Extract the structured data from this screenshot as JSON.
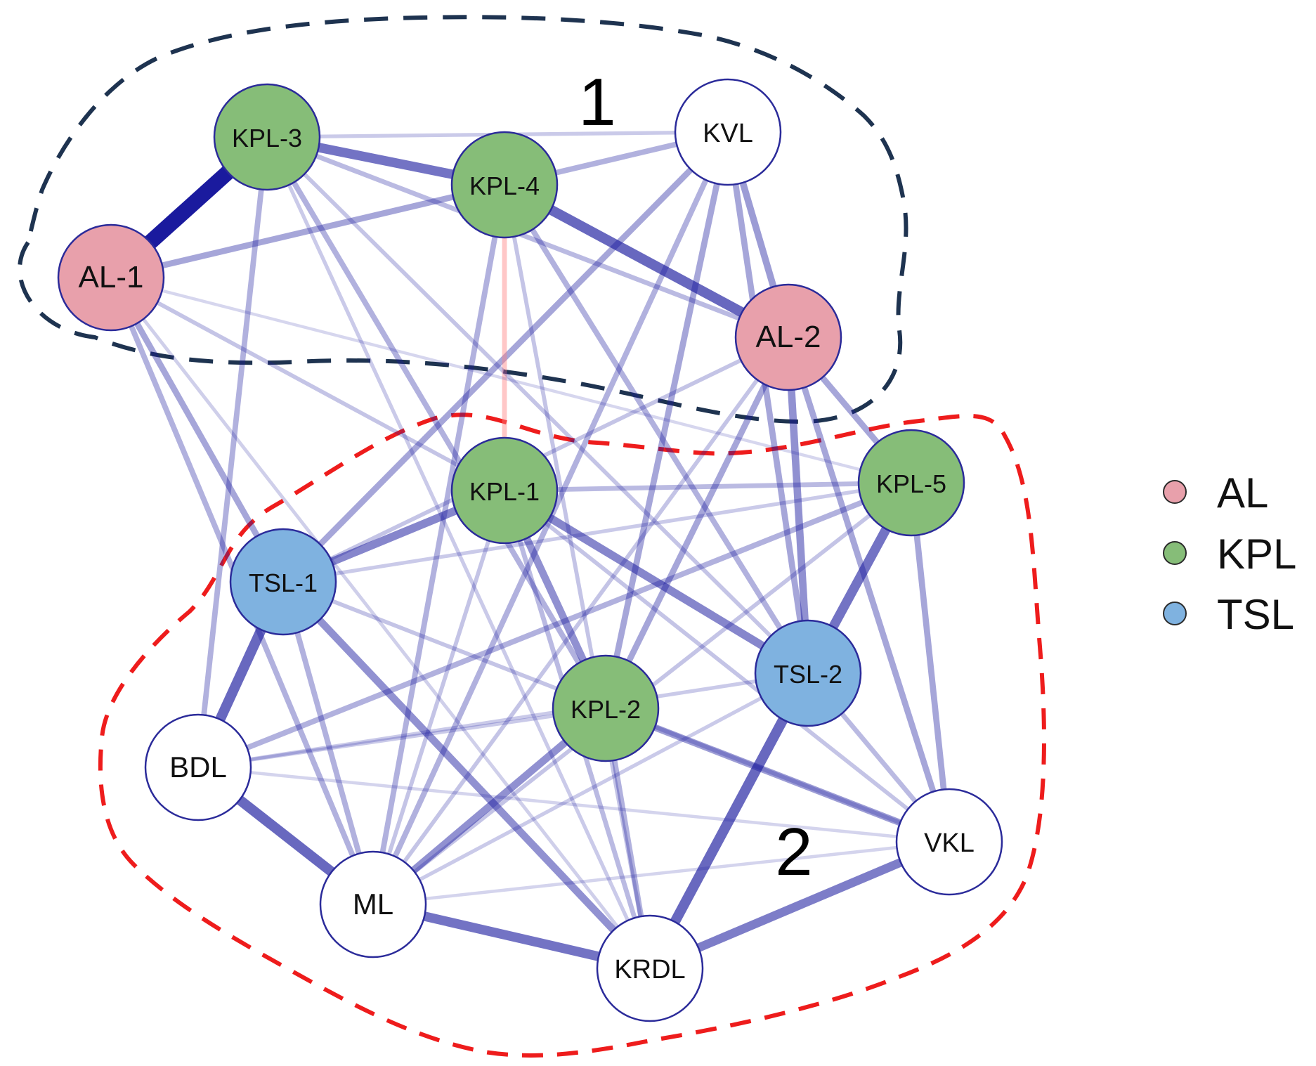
{
  "groups": [
    {
      "id": "g1",
      "label": "1",
      "outline_color": "#1e3350"
    },
    {
      "id": "g2",
      "label": "2",
      "outline_color": "#ee1c1c"
    }
  ],
  "legend": [
    {
      "type": "AL",
      "label": "AL",
      "color": "#e8a0ab"
    },
    {
      "type": "KPL",
      "label": "KPL",
      "color": "#86bd78"
    },
    {
      "type": "TSL",
      "label": "TSL",
      "color": "#7fb2e0"
    }
  ],
  "node_colors": {
    "AL": "#e8a0ab",
    "KPL": "#86bd78",
    "TSL": "#7fb2e0",
    "other": "#ffffff",
    "outline": "#2b2b9a"
  },
  "edge_colors": {
    "positive": "#1a1a9e",
    "negative": "#ff8080"
  },
  "nodes": [
    {
      "id": "KPL-3",
      "label": "KPL-3",
      "type": "KPL"
    },
    {
      "id": "KPL-4",
      "label": "KPL-4",
      "type": "KPL"
    },
    {
      "id": "KVL",
      "label": "KVL",
      "type": "other"
    },
    {
      "id": "AL-1",
      "label": "AL-1",
      "type": "AL"
    },
    {
      "id": "AL-2",
      "label": "AL-2",
      "type": "AL"
    },
    {
      "id": "KPL-1",
      "label": "KPL-1",
      "type": "KPL"
    },
    {
      "id": "KPL-5",
      "label": "KPL-5",
      "type": "KPL"
    },
    {
      "id": "TSL-1",
      "label": "TSL-1",
      "type": "TSL"
    },
    {
      "id": "TSL-2",
      "label": "TSL-2",
      "type": "TSL"
    },
    {
      "id": "KPL-2",
      "label": "KPL-2",
      "type": "KPL"
    },
    {
      "id": "BDL",
      "label": "BDL",
      "type": "other"
    },
    {
      "id": "VKL",
      "label": "VKL",
      "type": "other"
    },
    {
      "id": "ML",
      "label": "ML",
      "type": "other"
    },
    {
      "id": "KRDL",
      "label": "KRDL",
      "type": "other"
    }
  ],
  "edges": [
    {
      "source": "AL-1",
      "target": "KPL-3",
      "weight": 1.0,
      "sign": "positive"
    },
    {
      "source": "KPL-3",
      "target": "KPL-4",
      "weight": 0.55,
      "sign": "positive"
    },
    {
      "source": "KPL-4",
      "target": "AL-2",
      "weight": 0.6,
      "sign": "positive"
    },
    {
      "source": "TSL-1",
      "target": "BDL",
      "weight": 0.6,
      "sign": "positive"
    },
    {
      "source": "BDL",
      "target": "ML",
      "weight": 0.6,
      "sign": "positive"
    },
    {
      "source": "ML",
      "target": "KRDL",
      "weight": 0.55,
      "sign": "positive"
    },
    {
      "source": "KRDL",
      "target": "TSL-2",
      "weight": 0.6,
      "sign": "positive"
    },
    {
      "source": "KRDL",
      "target": "VKL",
      "weight": 0.5,
      "sign": "positive"
    },
    {
      "source": "TSL-2",
      "target": "KPL-5",
      "weight": 0.55,
      "sign": "positive"
    },
    {
      "source": "KPL-1",
      "target": "TSL-2",
      "weight": 0.45,
      "sign": "positive"
    },
    {
      "source": "KPL-1",
      "target": "TSL-1",
      "weight": 0.45,
      "sign": "positive"
    },
    {
      "source": "KPL-1",
      "target": "KPL-2",
      "weight": 0.4,
      "sign": "positive"
    },
    {
      "source": "KPL-2",
      "target": "ML",
      "weight": 0.4,
      "sign": "positive"
    },
    {
      "source": "KPL-2",
      "target": "VKL",
      "weight": 0.35,
      "sign": "positive"
    },
    {
      "source": "TSL-1",
      "target": "KRDL",
      "weight": 0.4,
      "sign": "positive"
    },
    {
      "source": "AL-2",
      "target": "TSL-2",
      "weight": 0.4,
      "sign": "positive"
    },
    {
      "source": "KVL",
      "target": "AL-2",
      "weight": 0.35,
      "sign": "positive"
    },
    {
      "source": "KVL",
      "target": "TSL-2",
      "weight": 0.3,
      "sign": "positive"
    },
    {
      "source": "KVL",
      "target": "KPL-2",
      "weight": 0.3,
      "sign": "positive"
    },
    {
      "source": "KVL",
      "target": "TSL-1",
      "weight": 0.3,
      "sign": "positive"
    },
    {
      "source": "KVL",
      "target": "KPL-4",
      "weight": 0.25,
      "sign": "positive"
    },
    {
      "source": "KVL",
      "target": "ML",
      "weight": 0.25,
      "sign": "positive"
    },
    {
      "source": "KPL-4",
      "target": "AL-1",
      "weight": 0.3,
      "sign": "positive"
    },
    {
      "source": "KPL-4",
      "target": "ML",
      "weight": 0.25,
      "sign": "positive"
    },
    {
      "source": "KPL-4",
      "target": "TSL-2",
      "weight": 0.25,
      "sign": "positive"
    },
    {
      "source": "KPL-4",
      "target": "KRDL",
      "weight": 0.15,
      "sign": "positive"
    },
    {
      "source": "KPL-4",
      "target": "KPL-1",
      "weight": 0.2,
      "sign": "negative"
    },
    {
      "source": "KPL-3",
      "target": "BDL",
      "weight": 0.25,
      "sign": "positive"
    },
    {
      "source": "KPL-3",
      "target": "KPL-2",
      "weight": 0.25,
      "sign": "positive"
    },
    {
      "source": "KPL-3",
      "target": "AL-2",
      "weight": 0.2,
      "sign": "positive"
    },
    {
      "source": "KPL-3",
      "target": "KVL",
      "weight": 0.12,
      "sign": "positive"
    },
    {
      "source": "KPL-3",
      "target": "TSL-2",
      "weight": 0.15,
      "sign": "positive"
    },
    {
      "source": "AL-1",
      "target": "TSL-1",
      "weight": 0.3,
      "sign": "positive"
    },
    {
      "source": "AL-1",
      "target": "ML",
      "weight": 0.25,
      "sign": "positive"
    },
    {
      "source": "AL-1",
      "target": "KPL-1",
      "weight": 0.15,
      "sign": "positive"
    },
    {
      "source": "AL-1",
      "target": "KRDL",
      "weight": 0.1,
      "sign": "positive"
    },
    {
      "source": "AL-2",
      "target": "KPL-5",
      "weight": 0.3,
      "sign": "positive"
    },
    {
      "source": "AL-2",
      "target": "VKL",
      "weight": 0.3,
      "sign": "positive"
    },
    {
      "source": "AL-2",
      "target": "KPL-2",
      "weight": 0.3,
      "sign": "positive"
    },
    {
      "source": "AL-2",
      "target": "ML",
      "weight": 0.15,
      "sign": "positive"
    },
    {
      "source": "AL-2",
      "target": "TSL-1",
      "weight": 0.15,
      "sign": "positive"
    },
    {
      "source": "KPL-5",
      "target": "VKL",
      "weight": 0.3,
      "sign": "positive"
    },
    {
      "source": "KPL-5",
      "target": "BDL",
      "weight": 0.25,
      "sign": "positive"
    },
    {
      "source": "KPL-5",
      "target": "KPL-1",
      "weight": 0.2,
      "sign": "positive"
    },
    {
      "source": "KPL-5",
      "target": "ML",
      "weight": 0.15,
      "sign": "positive"
    },
    {
      "source": "KPL-5",
      "target": "TSL-1",
      "weight": 0.12,
      "sign": "positive"
    },
    {
      "source": "TSL-2",
      "target": "VKL",
      "weight": 0.2,
      "sign": "positive"
    },
    {
      "source": "TSL-2",
      "target": "BDL",
      "weight": 0.12,
      "sign": "positive"
    },
    {
      "source": "TSL-2",
      "target": "ML",
      "weight": 0.12,
      "sign": "positive"
    },
    {
      "source": "TSL-1",
      "target": "ML",
      "weight": 0.25,
      "sign": "positive"
    },
    {
      "source": "TSL-1",
      "target": "VKL",
      "weight": 0.15,
      "sign": "positive"
    },
    {
      "source": "KPL-2",
      "target": "KRDL",
      "weight": 0.25,
      "sign": "positive"
    },
    {
      "source": "KPL-2",
      "target": "BDL",
      "weight": 0.12,
      "sign": "positive"
    },
    {
      "source": "KPL-1",
      "target": "KRDL",
      "weight": 0.2,
      "sign": "positive"
    },
    {
      "source": "KPL-1",
      "target": "ML",
      "weight": 0.15,
      "sign": "positive"
    },
    {
      "source": "KPL-1",
      "target": "VKL",
      "weight": 0.15,
      "sign": "positive"
    },
    {
      "source": "BDL",
      "target": "VKL",
      "weight": 0.08,
      "sign": "positive"
    },
    {
      "source": "ML",
      "target": "VKL",
      "weight": 0.08,
      "sign": "positive"
    },
    {
      "source": "AL-1",
      "target": "KPL-5",
      "weight": 0.07,
      "sign": "positive"
    },
    {
      "source": "KPL-3",
      "target": "KRDL",
      "weight": 0.12,
      "sign": "positive"
    }
  ]
}
